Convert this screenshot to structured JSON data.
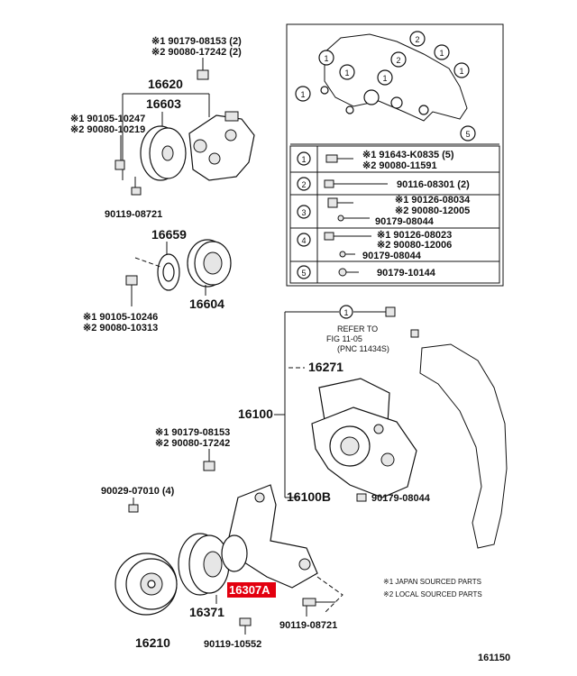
{
  "diagram": {
    "figure_number": "161150",
    "labels": {
      "16620": "16620",
      "16603": "16603",
      "16659": "16659",
      "16604": "16604",
      "16271": "16271",
      "16100": "16100",
      "16100B": "16100B",
      "16307A": "16307A",
      "16371": "16371",
      "16210": "16210"
    },
    "callouts": {
      "top_bolt_1": "※1 90179-08153 (2)",
      "top_bolt_2": "※2 90080-17242 (2)",
      "pulley_bolt_1": "※1 90105-10247",
      "pulley_bolt_2": "※2 90080-10219",
      "pulley_bolt_low": "90119-08721",
      "idler_bolt_1": "※1 90105-10246",
      "idler_bolt_2": "※2 90080-10313",
      "refer_1": "REFER TO",
      "refer_2": "FIG 11-05",
      "refer_3": "(PNC 11434S)",
      "fan_bolt_1": "※1 90179-08153",
      "fan_bolt_2": "※2 90080-17242",
      "fan_nut": "90029-07010 (4)",
      "stud": "90179-08044",
      "bottom_bolt_right": "90119-08721",
      "bottom_bolt_left": "90119-10552"
    },
    "table_rows": [
      {
        "key": "1",
        "lines": [
          "※1 91643-K0835 (5)",
          "※2 90080-11591"
        ]
      },
      {
        "key": "2",
        "lines": [
          "90116-08301 (2)"
        ]
      },
      {
        "key": "3",
        "lines": [
          "※1 90126-08034",
          "※2 90080-12005",
          "90179-08044"
        ]
      },
      {
        "key": "4",
        "lines": [
          "※1 90126-08023",
          "※2 90080-12006",
          "90179-08044"
        ]
      },
      {
        "key": "5",
        "lines": [
          "90179-10144"
        ]
      }
    ],
    "inset_markers": [
      "1",
      "2",
      "2",
      "1",
      "1",
      "1",
      "1",
      "1",
      "5"
    ],
    "legend": {
      "line1": "※1  JAPAN SOURCED PARTS",
      "line2": "※2  LOCAL SOURCED PARTS"
    },
    "colors": {
      "highlight": "#e3000f"
    }
  }
}
